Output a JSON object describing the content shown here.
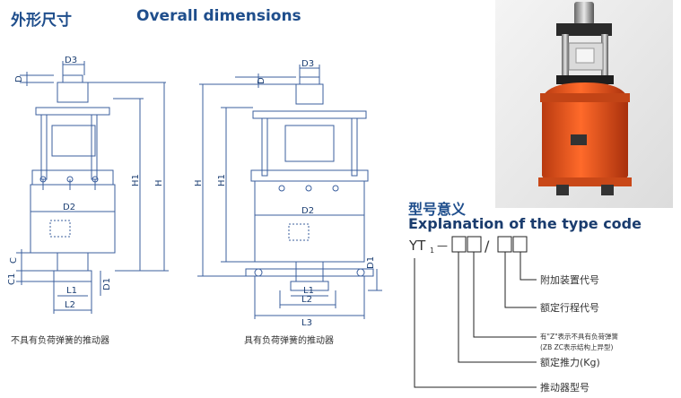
{
  "header": {
    "title_cn": "外形尺寸",
    "title_en": "Overall dimensions"
  },
  "left_drawing": {
    "caption": "不具有负荷弹簧的推动器",
    "labels": {
      "d3": "D3",
      "d": "D",
      "h1": "H1",
      "h": "H",
      "d2": "D2",
      "c": "C",
      "c1": "C1",
      "l1": "L1",
      "d1": "D1",
      "l2": "L2"
    }
  },
  "right_drawing": {
    "caption": "具有负荷弹簧的推动器",
    "labels": {
      "d3": "D3",
      "d": "D",
      "h": "H",
      "h1": "H1",
      "d2": "D2",
      "d1": "D1",
      "l1": "L1",
      "l2": "L2",
      "l3": "L3"
    }
  },
  "type_code": {
    "title_cn": "型号意义",
    "title_en": "Explanation of the type code",
    "prefix": "YT",
    "subscript": "1",
    "dash": "—",
    "slash": "/",
    "items": [
      {
        "text": "附加装置代号"
      },
      {
        "text": "额定行程代号"
      },
      {
        "text": "有\"Z\"表示不具有负荷弹簧"
      },
      {
        "text": "(ZB ZC表示结构上异型)"
      },
      {
        "text": "额定推力(Kg)"
      },
      {
        "text": "推动器型号"
      }
    ]
  },
  "colors": {
    "title": "#1f4e8c",
    "drawing": "#3b5f9e",
    "body_red": "#e8541e"
  }
}
